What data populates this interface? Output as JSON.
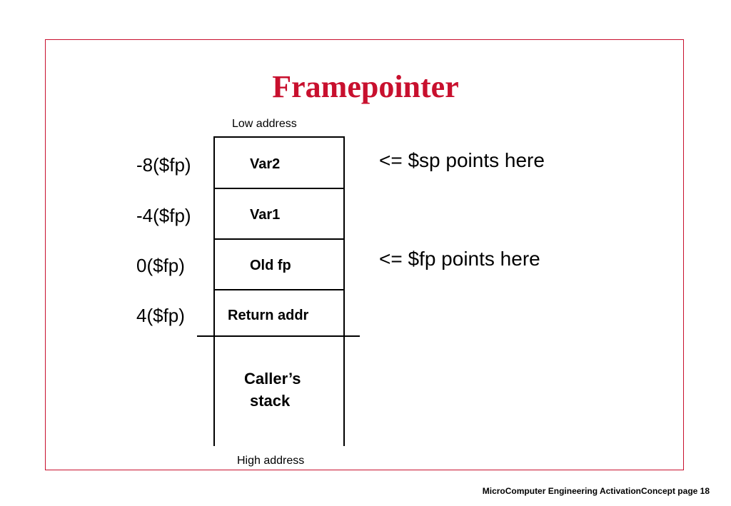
{
  "slide": {
    "title": "Framepointer",
    "top_label": "Low address",
    "bottom_label": "High address",
    "footer": "MicroComputer Engineering ActivationConcept page 18"
  },
  "stack": {
    "cells": [
      {
        "label": "Var2",
        "offset": "-8($fp)"
      },
      {
        "label": "Var1",
        "offset": "-4($fp)"
      },
      {
        "label": "Old fp",
        "offset": "0($fp)"
      },
      {
        "label": "Return addr",
        "offset": "4($fp)"
      }
    ],
    "caller_line1": "Caller’s",
    "caller_line2": "stack"
  },
  "pointers": {
    "sp": "<= $sp points here",
    "fp": "<= $fp points here"
  },
  "colors": {
    "accent": "#c8102e"
  }
}
